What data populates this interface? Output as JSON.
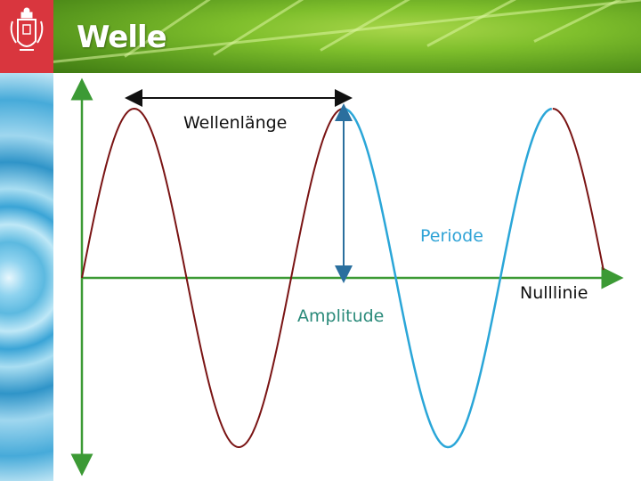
{
  "slide": {
    "title": "Welle"
  },
  "labels": {
    "wavelength": "Wellenlänge",
    "period": "Periode",
    "amplitude": "Amplitude",
    "zero_line": "Nulllinie"
  },
  "colors": {
    "wave_dark_red": "#7a1414",
    "wave_blue": "#2aa6d8",
    "axis_green": "#3c9a35",
    "arrow_black": "#111111",
    "amplitude_arrow": "#2a6f9e",
    "header_red": "#d9363e"
  },
  "icons": {
    "logo": "coat-of-arms-icon"
  }
}
